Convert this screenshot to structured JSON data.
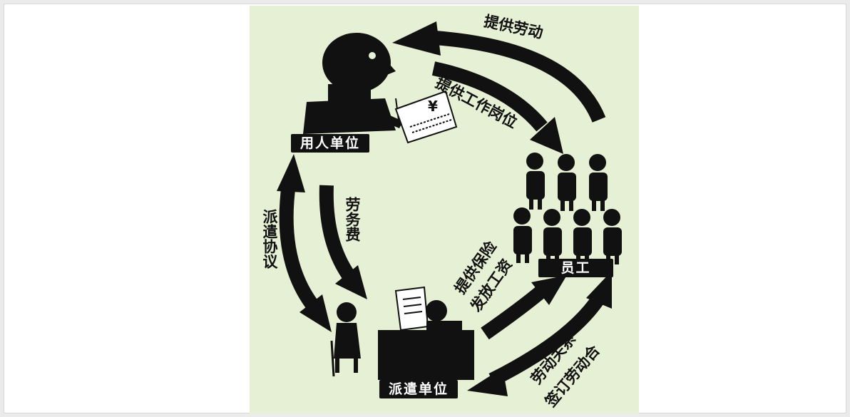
{
  "nodes": {
    "employer": "用人单位",
    "employees": "员工",
    "agency": "派遣单位"
  },
  "flows": {
    "provide_labor": "提供劳动",
    "provide_job": "提供工作岗位",
    "labor_fee": "劳务费",
    "dispatch_agreement": "派遣协议",
    "insurance_line1": "提供保险",
    "insurance_line2": "发放工资",
    "contract_line1": "劳动关系",
    "contract_line2": "签订劳动合"
  },
  "colors": {
    "background": "#e6f0d4",
    "ink": "#111111"
  }
}
